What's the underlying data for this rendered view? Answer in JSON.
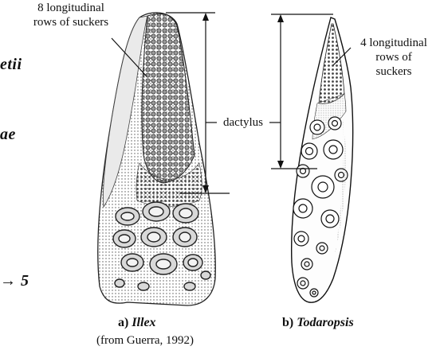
{
  "left_margin_fragments": {
    "f1": "etii",
    "f2": "ae",
    "f3": "→ 5"
  },
  "annotations": {
    "illex_suckers_line1": "8 longitudinal",
    "illex_suckers_line2": "rows of suckers",
    "todaropsis_suckers_line1": "4 longitudinal",
    "todaropsis_suckers_line2": "rows of",
    "todaropsis_suckers_line3": "suckers",
    "dactylus": "dactylus"
  },
  "captions": {
    "a_prefix": "a)",
    "a_name": "Illex",
    "b_prefix": "b)",
    "b_name": "Todaropsis",
    "source": "(from Guerra, 1992)"
  }
}
